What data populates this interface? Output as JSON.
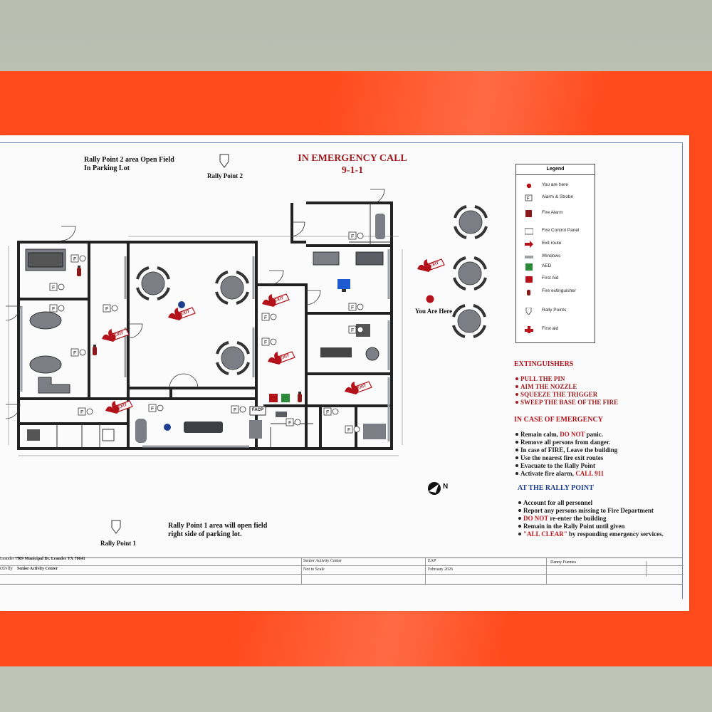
{
  "sign": {
    "title_line1": "IN EMERGENCY CALL",
    "title_line2": "9-1-1",
    "rally2_note_line1": "Rally Point 2 area Open Field",
    "rally2_note_line2": "In Parking Lot",
    "rally2_label": "Rally Point 2",
    "rally1_note_line1": "Rally Point 1 area will open field",
    "rally1_note_line2": "right side of parking lot.",
    "rally1_label": "Rally Point 1",
    "you_are_here": "You Are Here",
    "exit_label": "EXIT",
    "facp_label": "FACP",
    "room_marker": "F",
    "colors": {
      "mat": "#ff4a1c",
      "heading_red": "#b3121a",
      "heading_blue": "#1e3f8f",
      "exit_red": "#b3121a",
      "aed_green": "#2a8a3a"
    }
  },
  "legend": {
    "title": "Legend",
    "items": [
      {
        "label": "You are here",
        "icon": "red-dot-icon"
      },
      {
        "label": "Alarm & Strobe",
        "icon": "alarm-strobe-icon"
      },
      {
        "label": "Fire Alarm",
        "icon": "fire-alarm-icon"
      },
      {
        "label": "Fire Control Panel",
        "icon": "facp-icon"
      },
      {
        "label": "Exit route",
        "icon": "exit-arrow-icon"
      },
      {
        "label": "Windows",
        "icon": "window-icon"
      },
      {
        "label": "AED",
        "icon": "aed-icon"
      },
      {
        "label": "First Aid",
        "icon": "first-aid-kit-icon"
      },
      {
        "label": "Fire extinguisher",
        "icon": "extinguisher-icon"
      },
      {
        "label": "Rally Points",
        "icon": "rally-point-icon"
      },
      {
        "label": "First aid",
        "icon": "red-cross-icon"
      }
    ]
  },
  "extinguishers": {
    "heading": "EXTINGUISHERS",
    "steps": [
      "PULL THE PIN",
      "AIM THE NOZZLE",
      "SQUEEZE THE TRIGGER",
      "SWEEP THE BASE OF THE FIRE"
    ]
  },
  "emergency": {
    "heading": "IN CASE OF EMERGENCY",
    "line1_a": "Remain calm, ",
    "line1_b": "DO NOT",
    "line1_c": " panic.",
    "line2": "Remove all persons from danger.",
    "line3": "In case of FIRE, Leave the building",
    "line4": "Use the nearest fire exit routes",
    "line5": "Evacuate to the Rally Point",
    "line6_a": "Activate fire alarm, ",
    "line6_b": "CALL 911"
  },
  "rally": {
    "heading": "AT THE RALLY POINT",
    "line1": "Account for all personnel",
    "line2": "Report any persons missing to Fire Department",
    "line3_a": "DO NOT",
    "line3_b": " re-enter the building",
    "line4": "Remain in the Rally Point until given",
    "line5_a": "\"ALL CLEAR\"",
    "line5_b": " by responding emergency services."
  },
  "title_block": {
    "address": "709 Municipal Dr. Leander TX 78641",
    "left_fragment": "ctivity",
    "left_small": "Leander TX",
    "facility": "Senior Activity Center",
    "facility_center": "Senior Activity Center",
    "scale": "Not to Scale",
    "doc": "EAP",
    "date": "February 2026",
    "author": "Danny Fuentes"
  }
}
